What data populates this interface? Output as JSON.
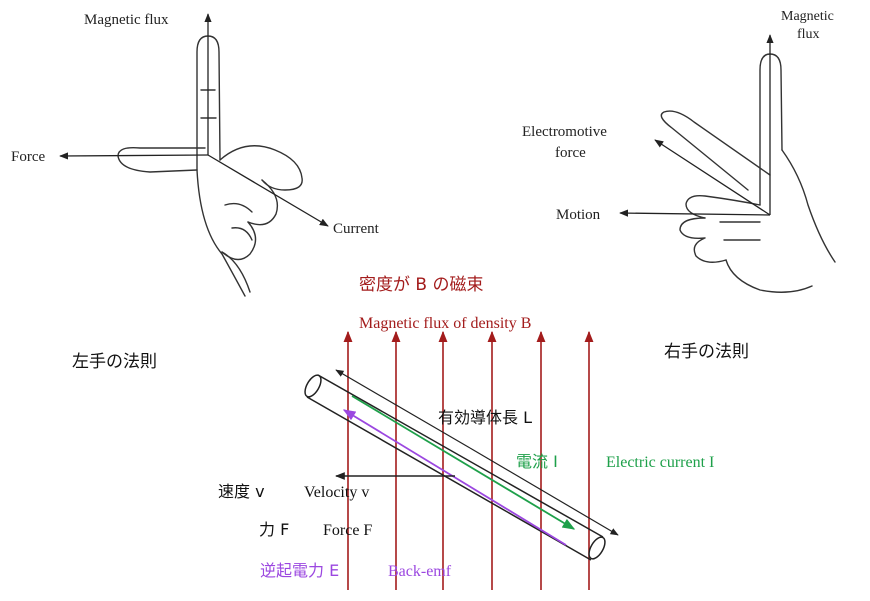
{
  "left_hand": {
    "magnetic_flux": "Magnetic flux",
    "force": "Force",
    "current": "Current",
    "rule_title": "左手の法則"
  },
  "right_hand": {
    "magnetic_flux_line1": "Magnetic",
    "magnetic_flux_line2": "flux",
    "emf_line1": "Electromotive",
    "emf_line2": "force",
    "motion": "Motion",
    "rule_title": "右手の法則"
  },
  "conductor": {
    "flux_density_jp": "密度が B の磁束",
    "flux_density_en": "Magnetic flux of density B",
    "effective_length": "有効導体長 L",
    "current_jp": "電流 I",
    "current_en": "Electric current I",
    "velocity_jp": "速度 v",
    "velocity_en": "Velocity v",
    "force_jp": "力 F",
    "force_en": "Force F",
    "backemf_jp": "逆起電力 E",
    "backemf_en": "Back-emf"
  },
  "colors": {
    "flux": "#a31c1c",
    "current": "#1ea04a",
    "backemf": "#9b47e0",
    "ink": "#222222"
  }
}
